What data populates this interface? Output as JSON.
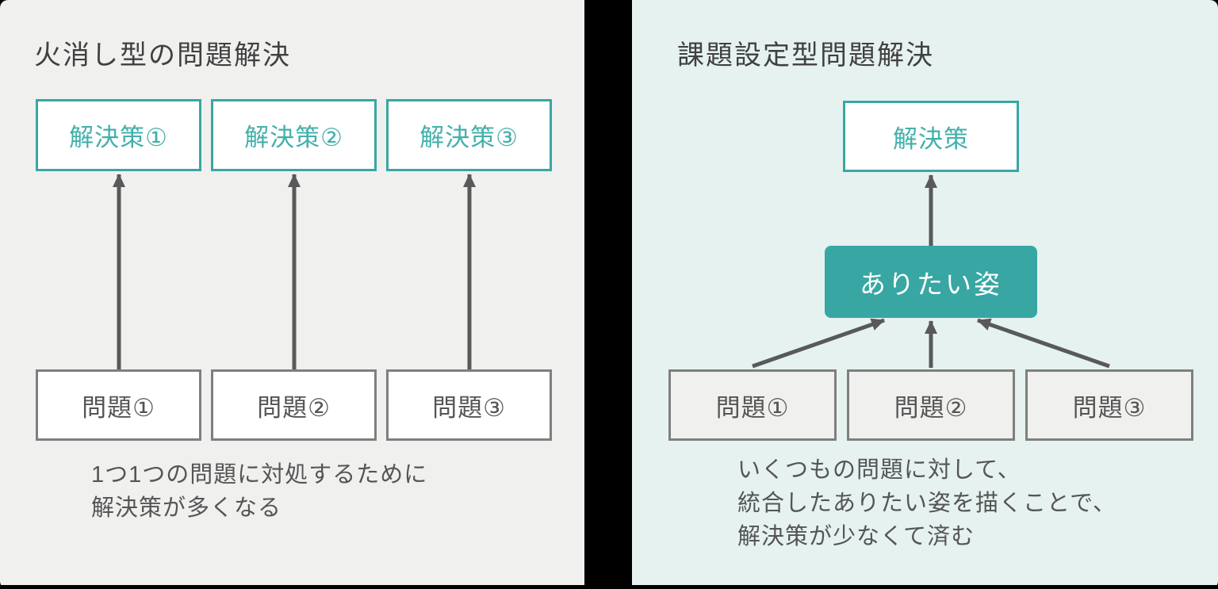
{
  "colors": {
    "frame": "#000000",
    "panel_left_bg": "#f0f0ef",
    "panel_right_bg": "#e5f2f0",
    "accent": "#38a7a3",
    "accent_text": "#43b0ab",
    "box_bg": "#ffffff",
    "problem_box_bg": "#f0f0ee",
    "box_border": "#7f7f7f",
    "arrow": "#595959",
    "title_text": "#404040",
    "body_text": "#555555"
  },
  "left_panel": {
    "title": "火消し型の問題解決",
    "solution_boxes": [
      "解決策①",
      "解決策②",
      "解決策③"
    ],
    "problem_boxes": [
      "問題①",
      "問題②",
      "問題③"
    ],
    "caption_lines": [
      "1つ1つの問題に対処するために",
      "解決策が多くなる"
    ]
  },
  "right_panel": {
    "title": "課題設定型問題解決",
    "solution_box": "解決策",
    "goal_box": "ありたい姿",
    "problem_boxes": [
      "問題①",
      "問題②",
      "問題③"
    ],
    "caption_lines": [
      "いくつもの問題に対して、",
      "統合したありたい姿を描くことで、",
      "解決策が少なくて済む"
    ]
  }
}
